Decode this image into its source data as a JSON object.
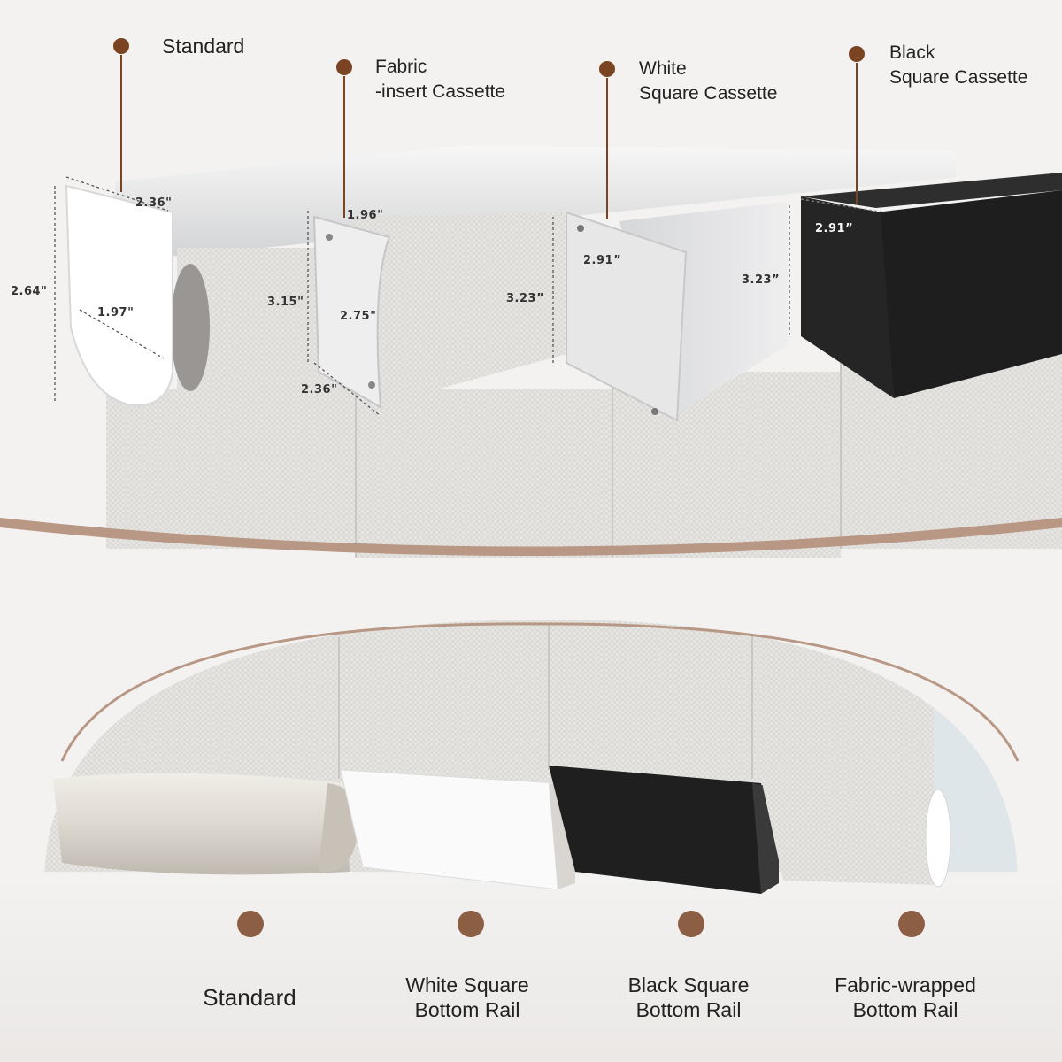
{
  "top_section": {
    "labels": [
      {
        "id": "standard",
        "line1": "Standard",
        "line2": ""
      },
      {
        "id": "fabric-insert",
        "line1": "Fabric",
        "line2": "-insert Cassette"
      },
      {
        "id": "white-square",
        "line1": "White",
        "line2": "Square Cassette"
      },
      {
        "id": "black-square",
        "line1": "Black",
        "line2": "Square Cassette"
      }
    ],
    "dimensions": {
      "standard_height": "2.64\"",
      "standard_top_width": "2.36\"",
      "standard_diameter": "1.97\"",
      "fabric_top": "1.96\"",
      "fabric_height": "3.15\"",
      "fabric_mid": "2.75\"",
      "fabric_bottom": "2.36\"",
      "white_height": "3.23”",
      "white_depth": "2.91”",
      "black_height": "3.23”",
      "black_depth": "2.91”"
    }
  },
  "bottom_section": {
    "labels": [
      {
        "id": "standard-rail",
        "line1": "Standard",
        "line2": ""
      },
      {
        "id": "white-rail",
        "line1": "White Square",
        "line2": "Bottom Rail"
      },
      {
        "id": "black-rail",
        "line1": "Black Square",
        "line2": "Bottom Rail"
      },
      {
        "id": "fabric-rail",
        "line1": "Fabric-wrapped",
        "line2": "Bottom Rail"
      }
    ]
  },
  "colors": {
    "accent_dot": "#7a4422",
    "bottom_dot": "#8c5e44",
    "arc": "#b89784",
    "fabric": "#dedcd9",
    "black_cassette": "#1e1e1e"
  }
}
